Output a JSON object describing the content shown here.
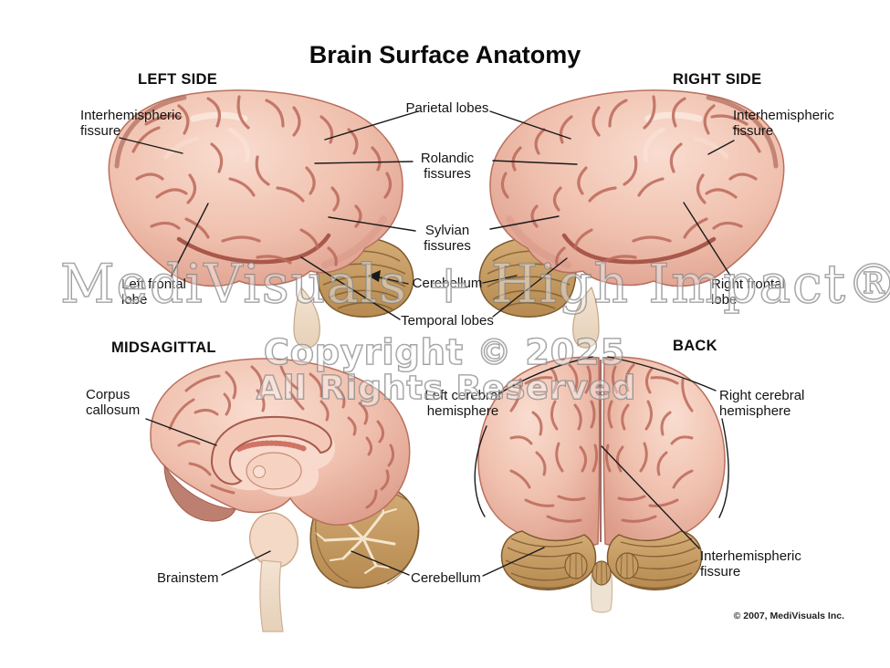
{
  "title": "Brain Surface Anatomy",
  "views": {
    "left_side": {
      "heading": "LEFT SIDE"
    },
    "right_side": {
      "heading": "RIGHT SIDE"
    },
    "midsagittal": {
      "heading": "MIDSAGITTAL"
    },
    "back": {
      "heading": "BACK"
    }
  },
  "labels": {
    "interhemispheric_fissure_left": "Interhemispheric fissure",
    "parietal_lobes": "Parietal lobes",
    "rolandic_fissures": "Rolandic fissures",
    "sylvian_fissures": "Sylvian fissures",
    "cerebellum_top": "Cerebellum",
    "temporal_lobes": "Temporal lobes",
    "left_frontal_lobe": "Left frontal lobe",
    "right_frontal_lobe": "Right frontal lobe",
    "interhemispheric_fissure_right": "Interhemispheric fissure",
    "corpus_callosum": "Corpus callosum",
    "brainstem": "Brainstem",
    "cerebellum_bottom": "Cerebellum",
    "left_cerebral_hemisphere": "Left cerebral hemisphere",
    "right_cerebral_hemisphere": "Right cerebral hemisphere",
    "interhemispheric_fissure_back": "Interhemispheric fissure"
  },
  "watermark": {
    "line1": "MediVisuals + High Impact®",
    "line2": "Copyright © 2025",
    "line3": "All Rights Reserved"
  },
  "footer": {
    "copyright": "© 2007, MediVisuals Inc."
  },
  "colors": {
    "cortex": "#efc0ae",
    "sulci": "#bc6a5b",
    "cerebellum_tan": "#c9a069",
    "leader_line": "#1a1a1a"
  }
}
